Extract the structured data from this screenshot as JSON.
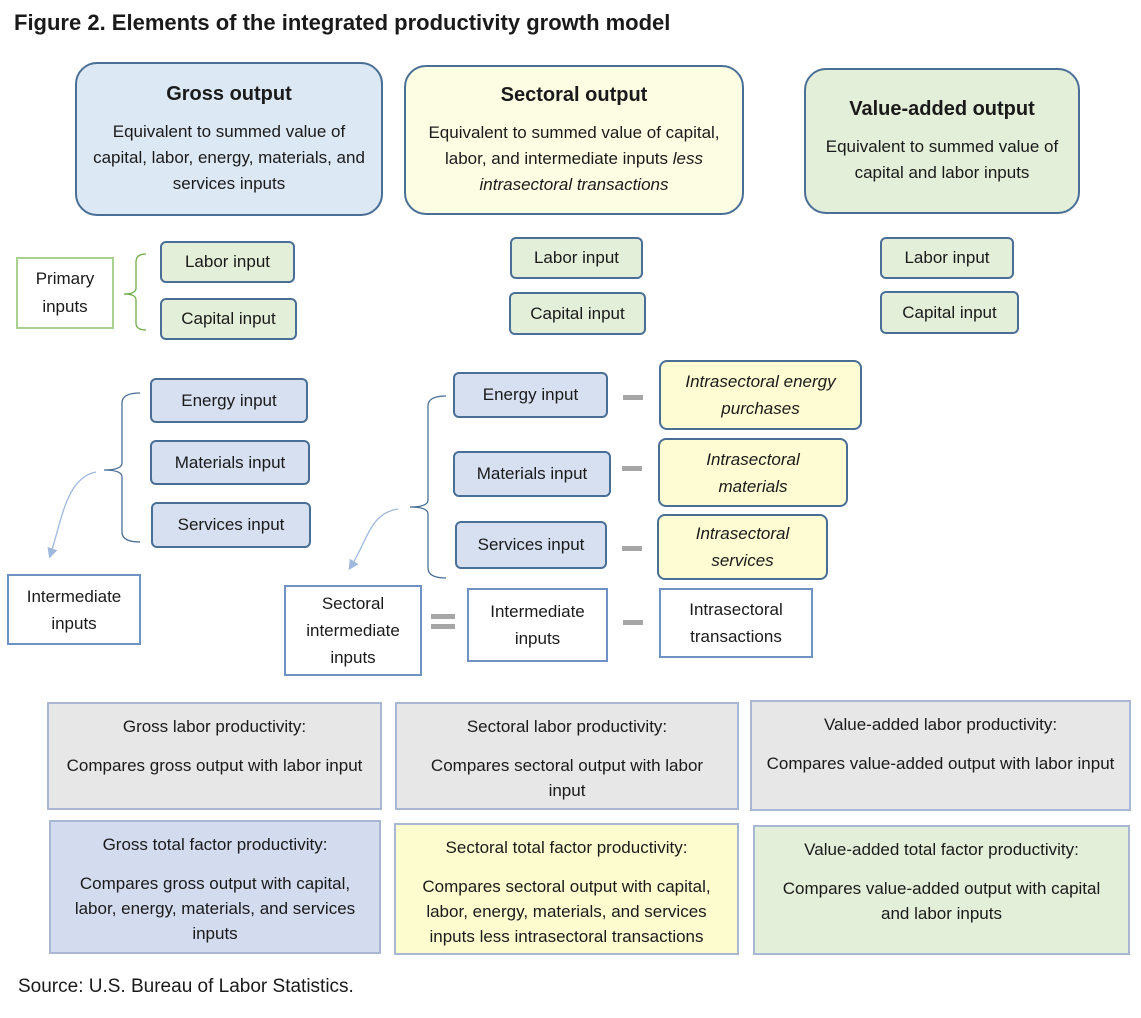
{
  "title": "Figure 2. Elements of the integrated productivity growth model",
  "source": "Source: U.S. Bureau of Labor Statistics.",
  "outputs": {
    "gross": {
      "title": "Gross output",
      "desc": "Equivalent to summed value of capital, labor, energy, materials, and services inputs"
    },
    "sectoral": {
      "title": "Sectoral output",
      "desc_plain": "Equivalent to summed value of capital, labor, and intermediate inputs",
      "desc_italic": "less intrasectoral transactions"
    },
    "value_added": {
      "title": "Value-added output",
      "desc": "Equivalent to summed value of capital and labor inputs"
    }
  },
  "primary_inputs_label": "Primary inputs",
  "labor_input": "Labor input",
  "capital_input": "Capital input",
  "energy_input": "Energy input",
  "materials_input": "Materials input",
  "services_input": "Services input",
  "intermediate_inputs": "Intermediate inputs",
  "sectoral_intermediate_inputs": "Sectoral intermediate inputs",
  "intrasectoral_transactions": "Intrasectoral transactions",
  "intrasectoral": {
    "energy": "Intrasectoral energy purchases",
    "materials": "Intrasectoral materials",
    "services": "Intrasectoral services"
  },
  "productivity": {
    "gross_labor": {
      "title": "Gross labor productivity:",
      "desc": "Compares gross output with labor input"
    },
    "sectoral_labor": {
      "title": "Sectoral labor productivity:",
      "desc": "Compares sectoral output with labor input"
    },
    "value_added_labor": {
      "title": "Value-added labor productivity:",
      "desc": "Compares value-added output with labor input"
    },
    "gross_tfp": {
      "title": "Gross total factor productivity:",
      "desc": "Compares gross output with capital, labor, energy, materials, and services inputs"
    },
    "sectoral_tfp": {
      "title": "Sectoral total factor productivity:",
      "desc": "Compares sectoral output with capital, labor, energy, materials, and services inputs less intrasectoral transactions"
    },
    "value_added_tfp": {
      "title": "Value-added total factor productivity:",
      "desc": "Compares value-added output with capital and labor inputs"
    }
  }
}
